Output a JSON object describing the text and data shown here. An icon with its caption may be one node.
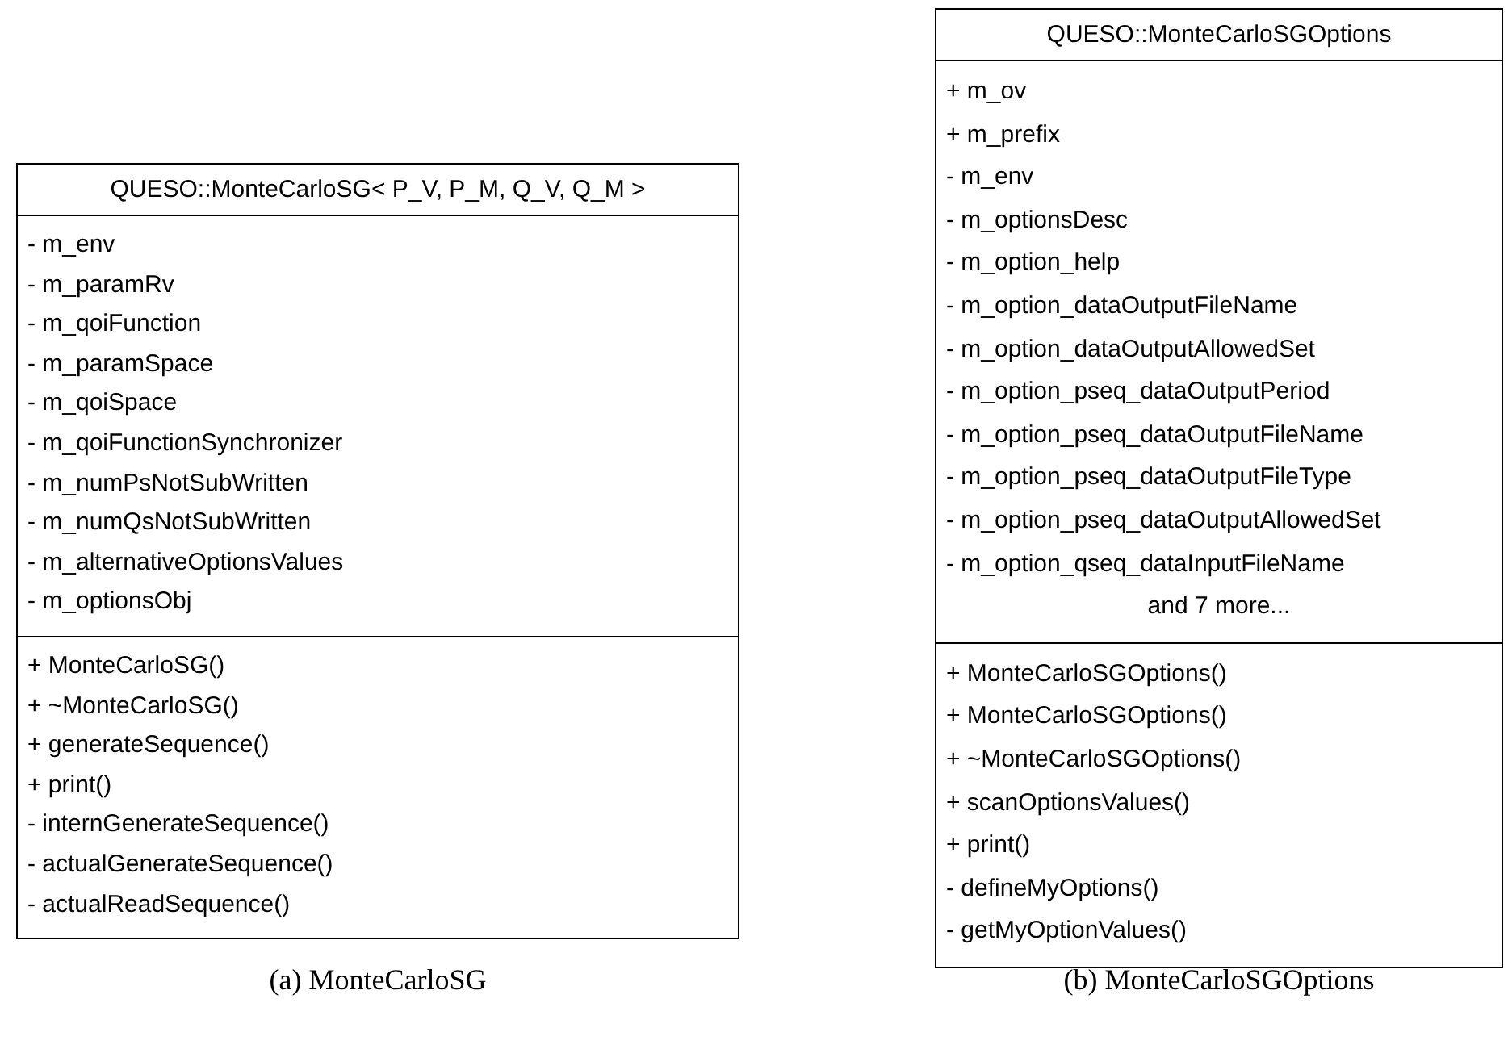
{
  "diagram": {
    "nodes": [
      {
        "text": [
          "QUESO::MonteCarloSG< P_V, P_M, Q_V, Q_M >"
        ],
        "beside": [
          "(a) MonteCarloSG"
        ]
      },
      {
        "text": [
          "- m_env",
          "- m_paramRv",
          "- m_qoiFunction",
          "- m_paramSpace",
          "- m_qoiSpace",
          "- m_qoiFunctionSynchronizer",
          "- m_numPsNotSubWritten",
          "- m_numQsNotSubWritten",
          "- m_alternativeOptionsValues",
          "- m_optionsObj"
        ],
        "in": 0
      },
      {
        "text": [
          "+ MonteCarloSG()",
          "+ ~MonteCarloSG()",
          "+ generateSequence()",
          "+ print()",
          "- internGenerateSequence()",
          "- actualGenerateSequence()",
          "- actualReadSequence()"
        ],
        "in": 0
      },
      {
        "text": [
          "QUESO::MonteCarloSGOptions"
        ],
        "beside": [
          "(b) MonteCarloSGOptions"
        ]
      },
      {
        "text": [
          "+ m_ov",
          "+ m_prefix",
          "- m_env",
          "- m_optionsDesc",
          "- m_option_help",
          "- m_option_dataOutputFileName",
          "- m_option_dataOutputAllowedSet",
          "- m_option_pseq_dataOutputPeriod",
          "- m_option_pseq_dataOutputFileName",
          "- m_option_pseq_dataOutputFileType",
          "- m_option_pseq_dataOutputAllowedSet",
          "- m_option_qseq_dataInputFileName"
        ],
        "in": 3
      },
      {
        "text": [
          "+ MonteCarloSGOptions()",
          "+ MonteCarloSGOptions()",
          "+ ~MonteCarloSGOptions()",
          "+ scanOptionsValues()",
          "+ print()",
          "- defineMyOptions()",
          "- getMyOptionValues()"
        ],
        "in": 3
      }
    ],
    "labels": [
      "and 7 more..."
    ]
  }
}
